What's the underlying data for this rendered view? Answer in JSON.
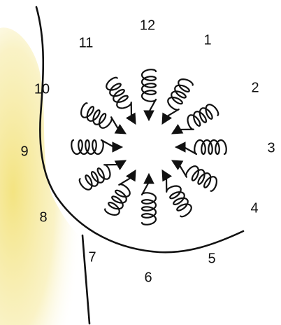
{
  "diagram": {
    "colors": {
      "ink": "#111111",
      "skin_shade": "#f3e27a",
      "background": "#ffffff"
    },
    "positions": [
      {
        "label": "12"
      },
      {
        "label": "1"
      },
      {
        "label": "2"
      },
      {
        "label": "3"
      },
      {
        "label": "4"
      },
      {
        "label": "5"
      },
      {
        "label": "6"
      },
      {
        "label": "7"
      },
      {
        "label": "8"
      },
      {
        "label": "9"
      },
      {
        "label": "10"
      },
      {
        "label": "11"
      }
    ]
  }
}
